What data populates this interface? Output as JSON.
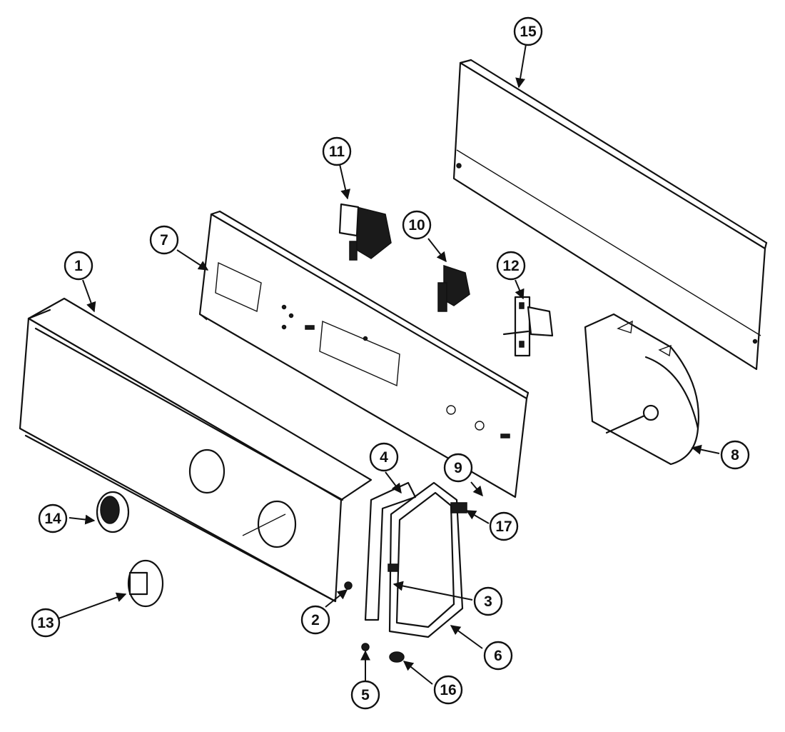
{
  "diagram": {
    "callouts": [
      {
        "id": "c1",
        "label": "1"
      },
      {
        "id": "c2",
        "label": "2"
      },
      {
        "id": "c3",
        "label": "3"
      },
      {
        "id": "c4",
        "label": "4"
      },
      {
        "id": "c5",
        "label": "5"
      },
      {
        "id": "c6",
        "label": "6"
      },
      {
        "id": "c7",
        "label": "7"
      },
      {
        "id": "c8",
        "label": "8"
      },
      {
        "id": "c9",
        "label": "9"
      },
      {
        "id": "c10",
        "label": "10"
      },
      {
        "id": "c11",
        "label": "11"
      },
      {
        "id": "c12",
        "label": "12"
      },
      {
        "id": "c13",
        "label": "13"
      },
      {
        "id": "c14",
        "label": "14"
      },
      {
        "id": "c15",
        "label": "15"
      },
      {
        "id": "c16",
        "label": "16"
      },
      {
        "id": "c17",
        "label": "17"
      }
    ],
    "colors": {
      "line": "#111111",
      "background": "#ffffff"
    }
  }
}
